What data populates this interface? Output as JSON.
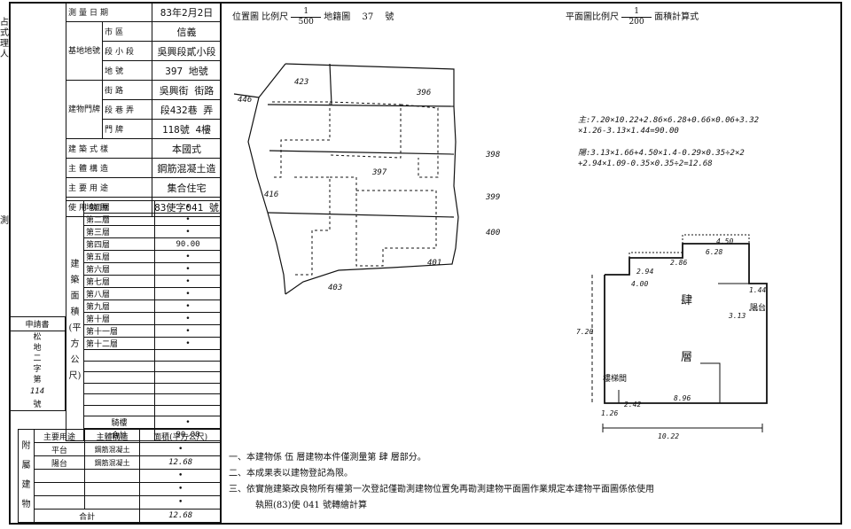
{
  "left_marks": {
    "top": "占式理人",
    "middle": "測"
  },
  "info": {
    "survey_date": {
      "label": "測量日期",
      "value": "83年2月2日"
    },
    "lot": {
      "group": "基地地號",
      "city": {
        "label": "市區",
        "value": "信義"
      },
      "section": {
        "label": "段小段",
        "value": "吳興段貳小段"
      },
      "number": {
        "label": "地號",
        "value": "397",
        "suffix": "地號"
      }
    },
    "door": {
      "group": "建物門牌",
      "street": {
        "label": "街路",
        "value": "吳興街",
        "suffix": "街路"
      },
      "alley": {
        "label": "段巷弄",
        "value": "段432巷",
        "suffix": "弄"
      },
      "plate": {
        "label": "門牌",
        "value": "118號",
        "suffix": "4樓"
      }
    },
    "style": {
      "label": "建築式樣",
      "value": "本國式"
    },
    "structure": {
      "label": "主體構造",
      "value": "鋼筋混凝土造"
    },
    "use": {
      "label": "主要用途",
      "value": "集合住宅"
    },
    "license": {
      "label": "使用執照",
      "value": "83使字041",
      "suffix": "號"
    }
  },
  "floors": {
    "side": "建築面積(平方公尺)",
    "rows": [
      {
        "name": "地面層",
        "value": "•"
      },
      {
        "name": "第二層",
        "value": "•"
      },
      {
        "name": "第三層",
        "value": "•"
      },
      {
        "name": "第四層",
        "value": "90.00"
      },
      {
        "name": "第五層",
        "value": "•"
      },
      {
        "name": "第六層",
        "value": "•"
      },
      {
        "name": "第七層",
        "value": "•"
      },
      {
        "name": "第八層",
        "value": "•"
      },
      {
        "name": "第九層",
        "value": "•"
      },
      {
        "name": "第十層",
        "value": "•"
      },
      {
        "name": "第十一層",
        "value": "•"
      },
      {
        "name": "第十二層",
        "value": "•"
      }
    ],
    "blank_rows": 6,
    "arcade": {
      "label": "騎樓",
      "value": "•"
    },
    "total": {
      "label": "合計",
      "value": "90.00"
    }
  },
  "applicant": {
    "label": "申請書",
    "lines": [
      "松",
      "地",
      "二",
      "字",
      "第"
    ],
    "number": "114",
    "suffix": "號"
  },
  "attached": {
    "side": "附屬建物",
    "headers": [
      "主要用途",
      "主體構造",
      "面積(平方公尺)"
    ],
    "rows": [
      {
        "use": "平台",
        "structure": "鋼筋混凝土",
        "area": "•"
      },
      {
        "use": "陽台",
        "structure": "鋼筋混凝土",
        "area": "12.68"
      }
    ],
    "blank_rows": 3,
    "total": {
      "label": "合計",
      "value": "12.68"
    }
  },
  "location_map": {
    "label": "位置圖 比例尺",
    "scale_num": "1",
    "scale_den": "500",
    "map_label": "地籍圖",
    "map_no": "37",
    "suffix": "號",
    "lots": [
      "423",
      "396",
      "397",
      "446",
      "398",
      "399",
      "400",
      "401",
      "403",
      "416"
    ]
  },
  "floor_plan": {
    "label": "平面圖比例尺",
    "scale_num": "1",
    "scale_den": "200",
    "calc_label": "面積計算式",
    "calc": [
      "主:7.20×10.22+2.86×6.28+0.66×0.06+3.32",
      "×1.26-3.13×1.44=90.00",
      "陽:3.13×1.66+4.50×1.4-0.29×0.35÷2×2",
      "+2.94×1.09-0.35×0.35÷2=12.68"
    ],
    "floor_label": "肆",
    "floor_word": "層",
    "stair": "樓梯間",
    "balcony": "陽台",
    "dims": [
      "10.22",
      "8.96",
      "7.20",
      "4.50",
      "6.28",
      "2.94",
      "4.00",
      "1.44",
      "3.13",
      "2.86",
      "1.26",
      "2.42"
    ]
  },
  "notes": [
    "一、本建物係 伍 層建物本件僅測量第 肆 層部分。",
    "二、本成果表以建物登記為限。",
    "三、依實施建築改良物所有權第一次登記僅勘測建物位置免再勘測建物平面圖作業規定本建物平面圖係依使用",
    "執照(83)使 041 號轉繪計算"
  ]
}
